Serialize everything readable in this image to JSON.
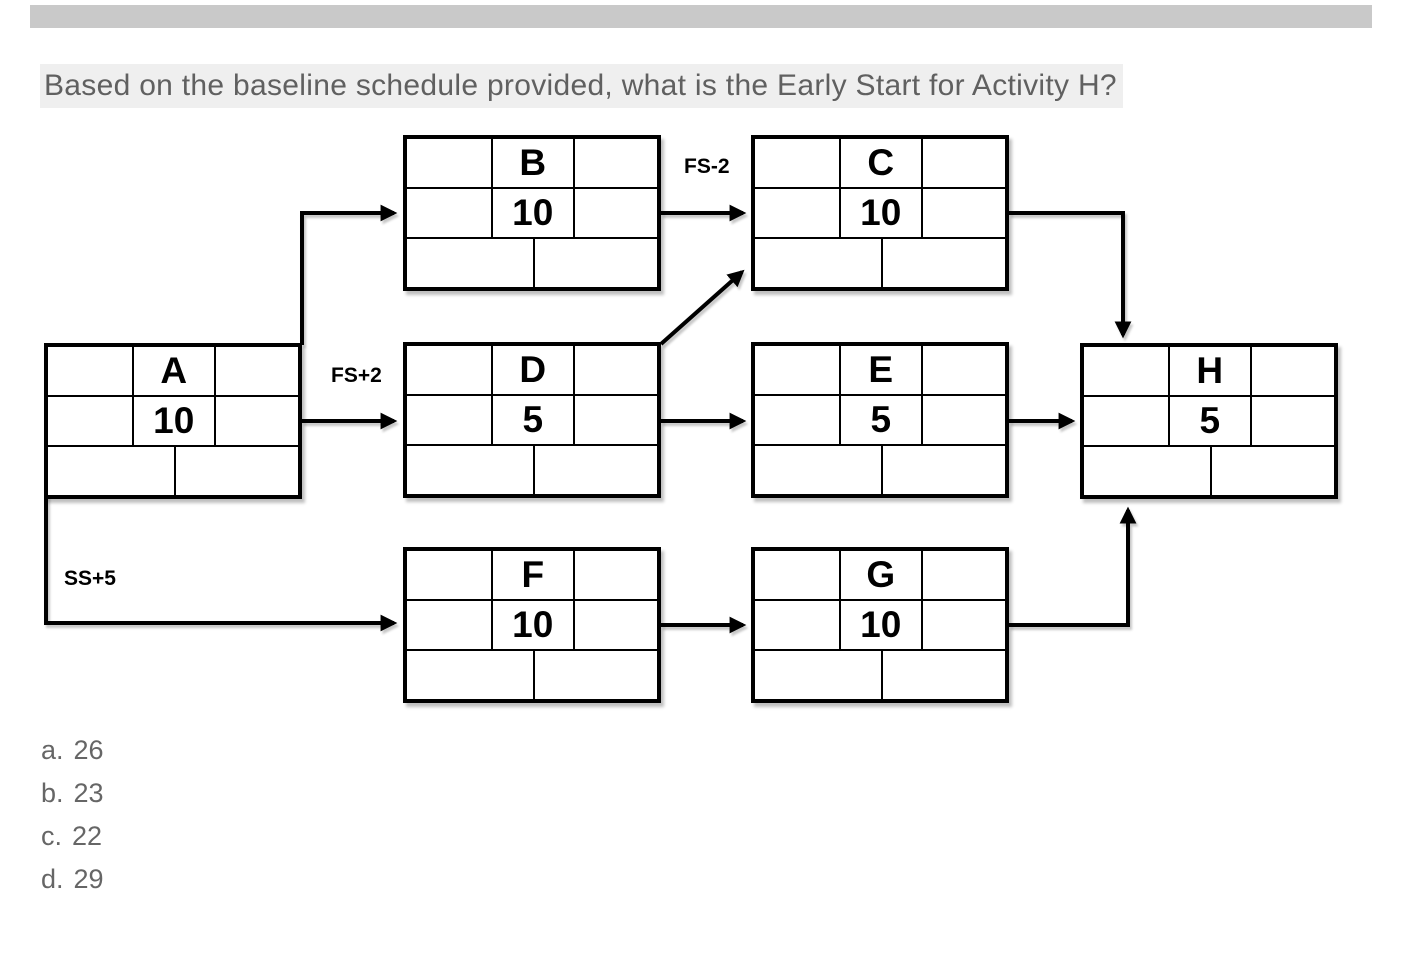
{
  "question": {
    "text": "Based on the baseline schedule provided, what is the Early Start for Activity H?"
  },
  "nodes": {
    "A": {
      "name": "A",
      "duration": "10"
    },
    "B": {
      "name": "B",
      "duration": "10"
    },
    "C": {
      "name": "C",
      "duration": "10"
    },
    "D": {
      "name": "D",
      "duration": "5"
    },
    "E": {
      "name": "E",
      "duration": "5"
    },
    "F": {
      "name": "F",
      "duration": "10"
    },
    "G": {
      "name": "G",
      "duration": "10"
    },
    "H": {
      "name": "H",
      "duration": "5"
    }
  },
  "edges": [
    {
      "from": "A",
      "to": "B",
      "label": ""
    },
    {
      "from": "A",
      "to": "D",
      "label": "FS+2"
    },
    {
      "from": "A",
      "to": "F",
      "label": "SS+5"
    },
    {
      "from": "B",
      "to": "C",
      "label": "FS-2"
    },
    {
      "from": "D",
      "to": "C",
      "label": ""
    },
    {
      "from": "D",
      "to": "E",
      "label": ""
    },
    {
      "from": "C",
      "to": "H",
      "label": ""
    },
    {
      "from": "E",
      "to": "H",
      "label": ""
    },
    {
      "from": "F",
      "to": "G",
      "label": ""
    },
    {
      "from": "G",
      "to": "H",
      "label": ""
    }
  ],
  "answers": {
    "items": [
      {
        "marker": "a.",
        "value": "26"
      },
      {
        "marker": "b.",
        "value": "23"
      },
      {
        "marker": "c.",
        "value": "22"
      },
      {
        "marker": "d.",
        "value": "29"
      }
    ]
  },
  "colors": {
    "question_text": "#606060",
    "question_highlight": "#efefef",
    "answer_text": "#666666",
    "diagram_line": "#000000",
    "top_bar": "#c9c9c9"
  }
}
